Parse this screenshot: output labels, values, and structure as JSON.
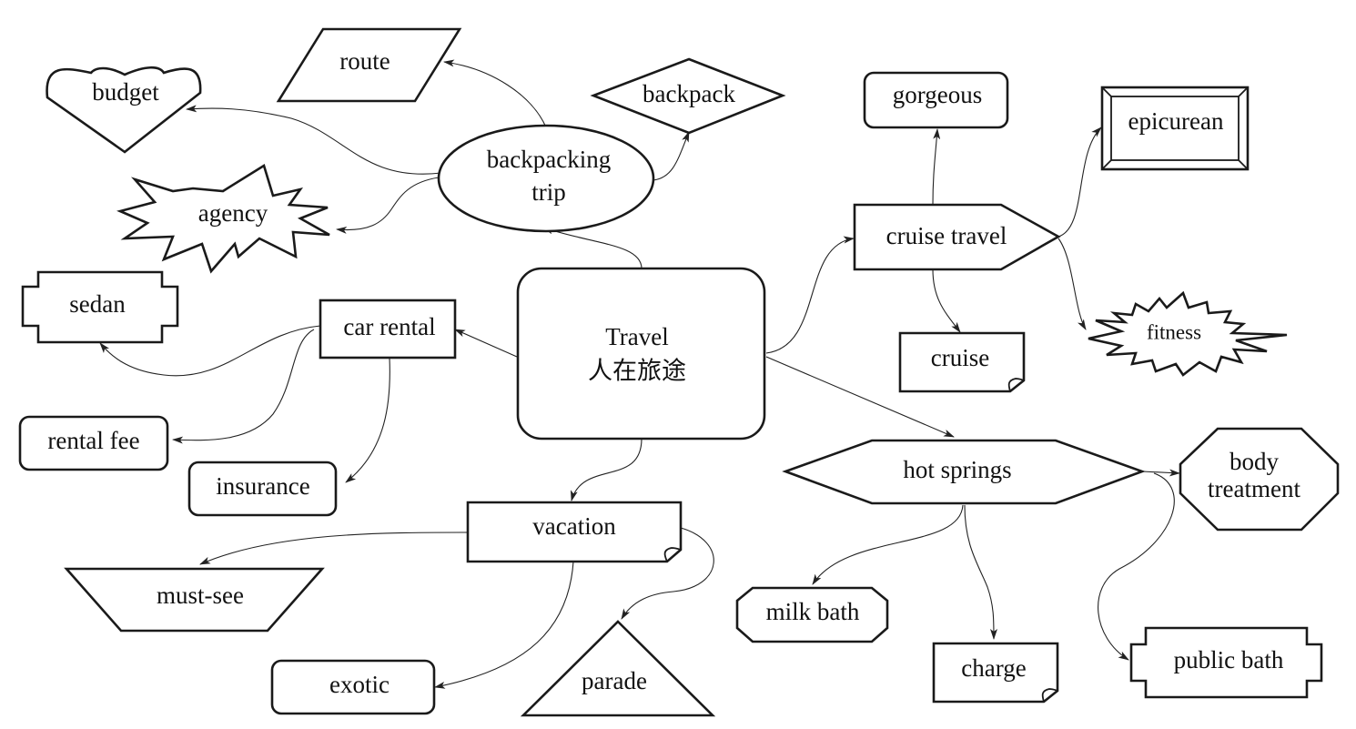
{
  "center": {
    "line1": "Travel",
    "line2": "人在旅途"
  },
  "nodes": {
    "backpacking_trip": {
      "line1": "backpacking",
      "line2": "trip"
    },
    "route": "route",
    "budget": "budget",
    "backpack": "backpack",
    "agency": "agency",
    "car_rental": "car rental",
    "sedan": "sedan",
    "rental_fee": "rental fee",
    "insurance": "insurance",
    "vacation": "vacation",
    "must_see": "must-see",
    "exotic": "exotic",
    "parade": "parade",
    "cruise_travel": "cruise travel",
    "gorgeous": "gorgeous",
    "epicurean": "epicurean",
    "cruise": "cruise",
    "fitness": "fitness",
    "hot_springs": "hot springs",
    "body_treatment": {
      "line1": "body",
      "line2": "treatment"
    },
    "milk_bath": "milk bath",
    "charge": "charge",
    "public_bath": "public bath"
  },
  "colors": {
    "stroke": "#1a1a1a",
    "fill": "#ffffff",
    "text": "#111111"
  }
}
